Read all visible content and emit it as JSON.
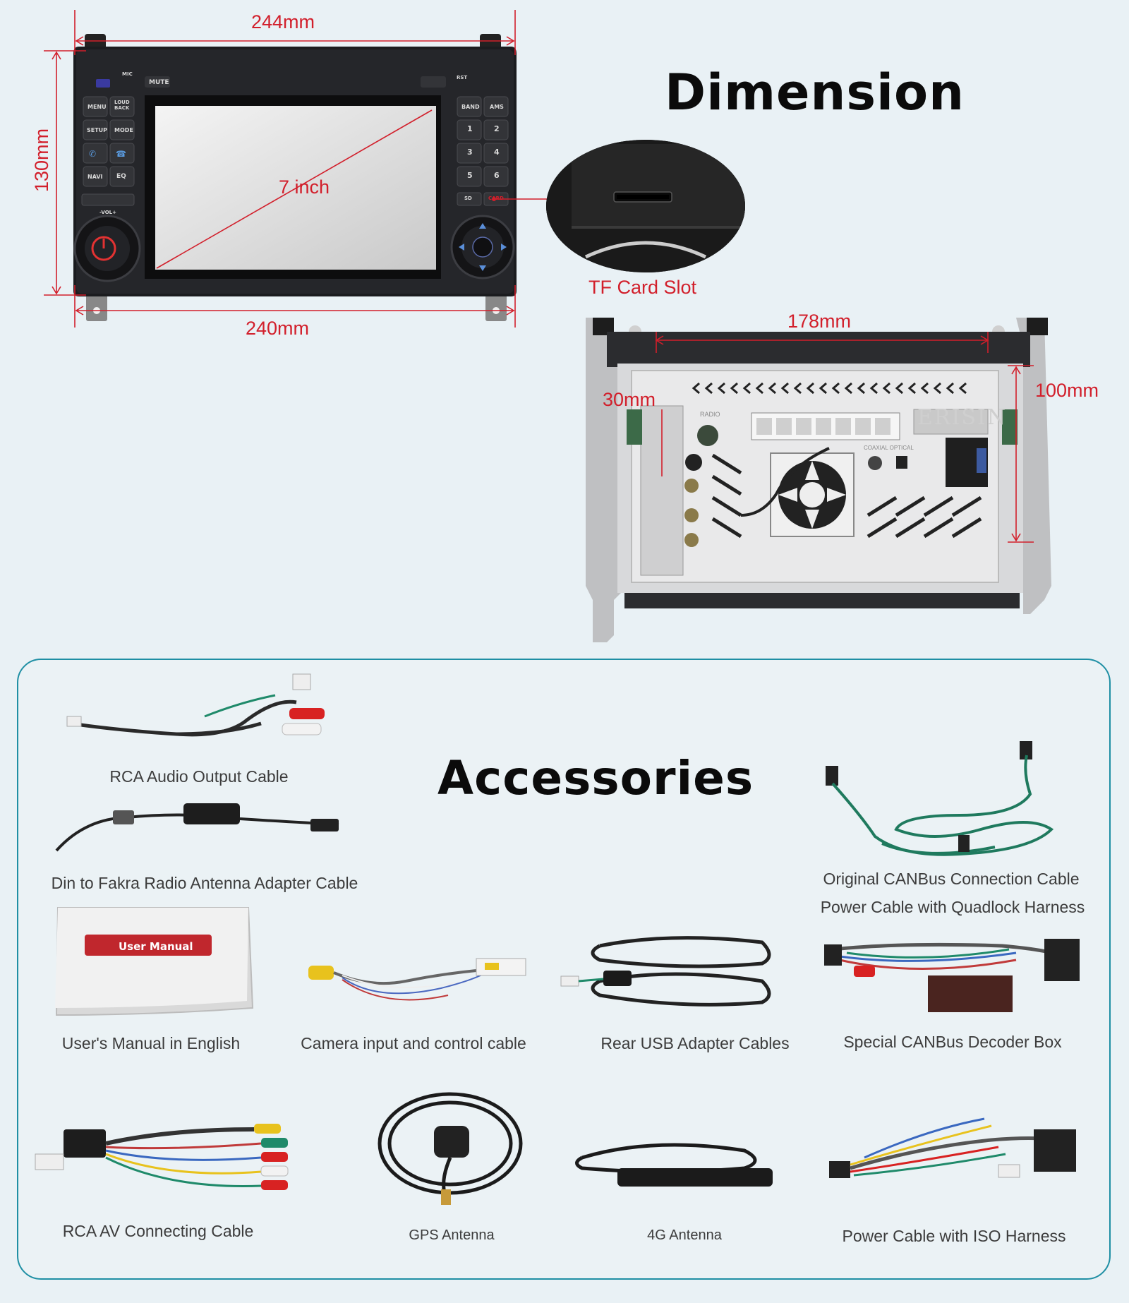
{
  "dimension": {
    "title": "Dimension",
    "width_top": "244mm",
    "width_bottom": "240mm",
    "height": "130mm",
    "screen_size": "7 inch",
    "tf_card_slot": "TF Card Slot",
    "back_width": "178mm",
    "back_height": "100mm",
    "back_depth": "30mm",
    "brand": "ERISIN"
  },
  "panel_buttons": {
    "mic": "MIC",
    "mute": "MUTE",
    "rst": "RST",
    "menu": "MENU",
    "loud": "LOUD BACK",
    "setup": "SETUP",
    "mode": "MODE",
    "navi": "NAVI",
    "eq": "EQ",
    "vol": "-VOL+",
    "band": "BAND",
    "ams": "AMS",
    "n1": "1",
    "n2": "2",
    "n3": "3",
    "n4": "4",
    "n5": "5",
    "n6": "6",
    "sd": "SD",
    "card": "CARD"
  },
  "back_labels": {
    "radio": "RADIO",
    "coaxial": "COAXIAL OPTICAL"
  },
  "accessories": {
    "title": "Accessories",
    "items": [
      {
        "label": "RCA Audio Output Cable"
      },
      {
        "label": "Din to Fakra Radio Antenna Adapter Cable"
      },
      {
        "label": "Original CANBus Connection Cable"
      },
      {
        "label": "Power Cable with Quadlock Harness"
      },
      {
        "label": "User's Manual in English"
      },
      {
        "label": "Camera input and control cable"
      },
      {
        "label": "Rear USB Adapter Cables"
      },
      {
        "label": "Special CANBus Decoder Box"
      },
      {
        "label": "RCA AV Connecting Cable"
      },
      {
        "label": "GPS Antenna"
      },
      {
        "label": "4G Antenna"
      },
      {
        "label": "Power Cable with ISO Harness"
      }
    ],
    "manual_cover": "User Manual"
  }
}
